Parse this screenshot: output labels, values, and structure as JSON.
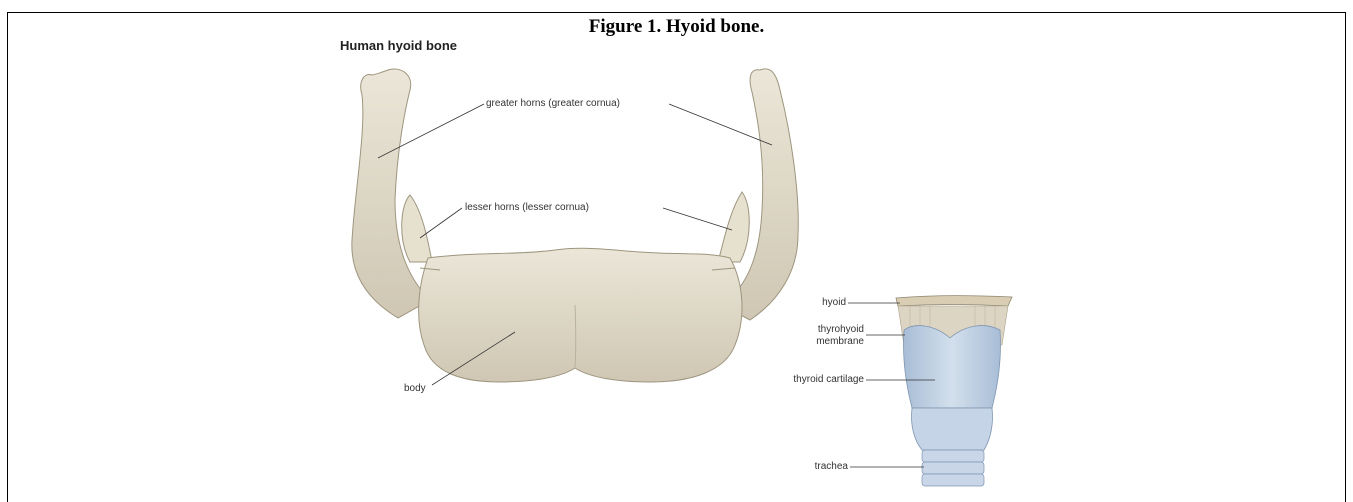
{
  "figure": {
    "caption": "Figure 1. Hyoid bone."
  },
  "hyoid_illustration": {
    "heading": "Human hyoid bone",
    "labels": {
      "greater_horns": "greater horns (greater cornua)",
      "lesser_horns": "lesser horns (lesser cornua)",
      "body": "body"
    }
  },
  "larynx_illustration": {
    "labels": {
      "hyoid": "hyoid",
      "thyrohyoid_line1": "thyrohyoid",
      "thyrohyoid_line2": "membrane",
      "thyroid_cartilage": "thyroid cartilage",
      "trachea": "trachea"
    }
  },
  "colors": {
    "bone": "#e2dccb",
    "bone_shadow": "#b9b19d",
    "cartilage": "#b9cbe0",
    "membrane": "#ddd5c4"
  }
}
